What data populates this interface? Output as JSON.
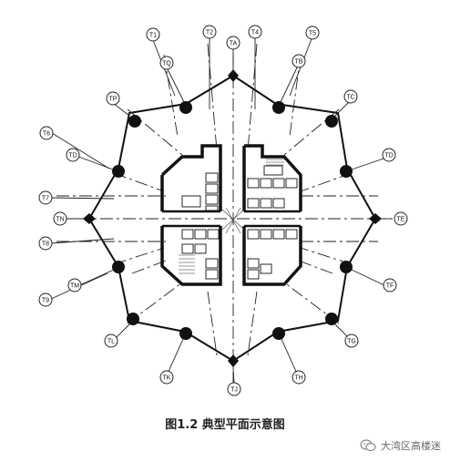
{
  "diagram": {
    "caption": "图1.2 典型平面示意图",
    "watermark": "大湾区高楼迷",
    "column_labels": {
      "T1": "T1",
      "T2": "T2",
      "TA": "TA",
      "T4": "T4",
      "T5": "T5",
      "TQ": "TQ",
      "TB": "TB",
      "TP": "TP",
      "TC": "TC",
      "T6": "T6",
      "TD_left": "TD",
      "TD_right": "TD",
      "T7": "T7",
      "TN": "TN",
      "TE": "TE",
      "T8": "T8",
      "TM": "TM",
      "TF": "TF",
      "T9": "T9",
      "TL": "TL",
      "TG": "TG",
      "TK": "TK",
      "TH": "TH",
      "TJ": "TJ"
    },
    "watermark_icon": "wechat-icon"
  }
}
